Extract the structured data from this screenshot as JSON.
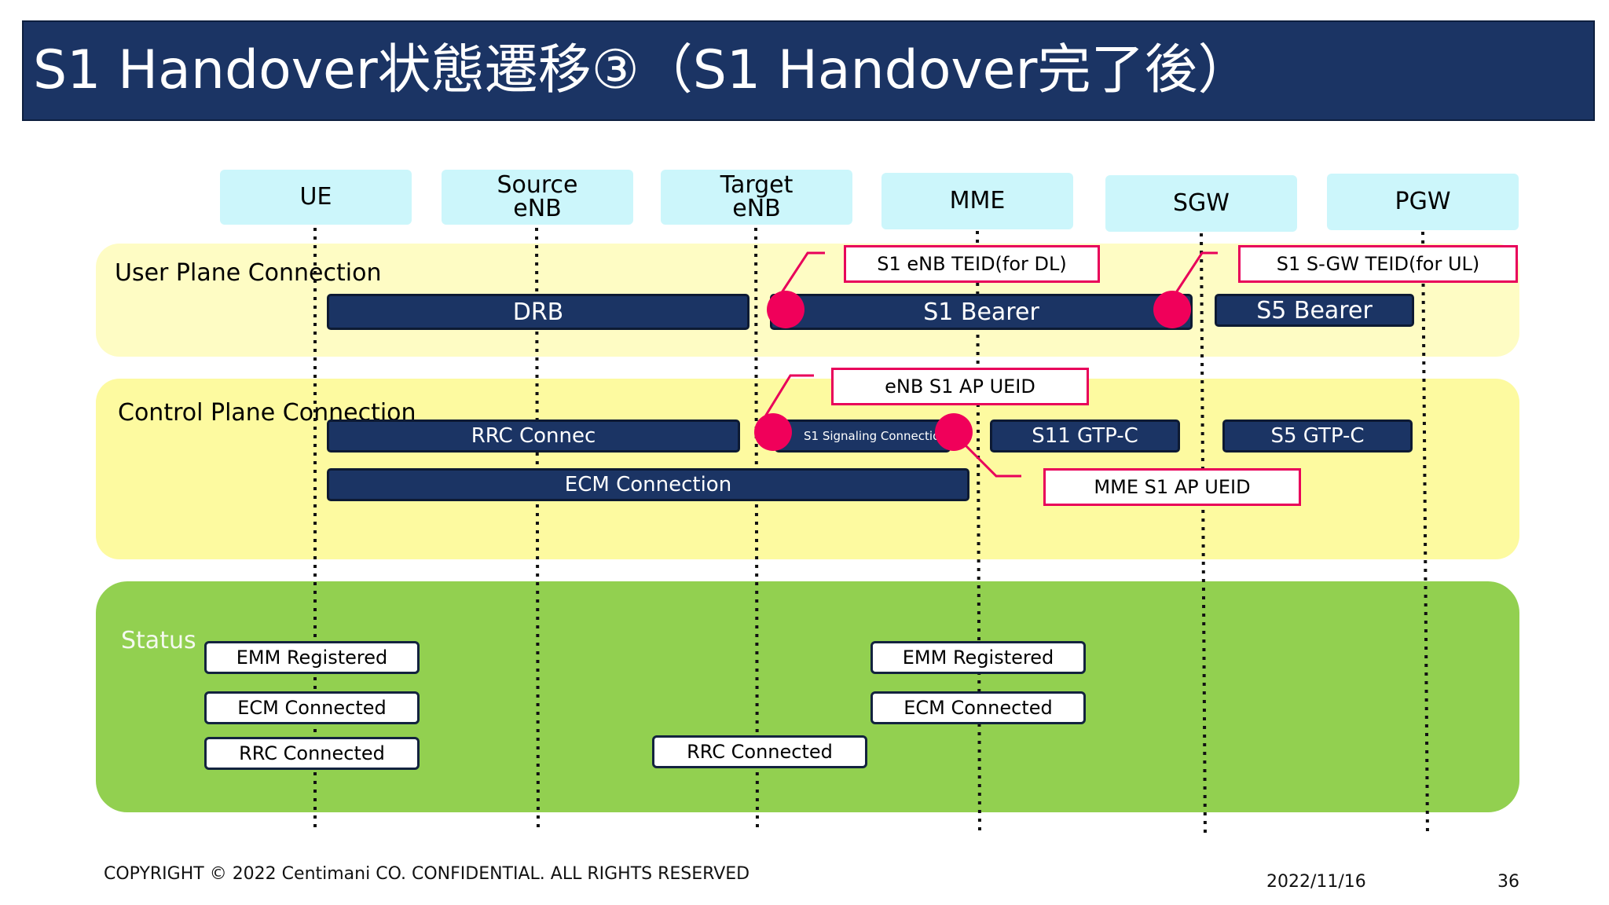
{
  "title": "S1 Handover状態遷移③（S1 Handover完了後）",
  "nodes": [
    {
      "id": "ue",
      "label": "UE"
    },
    {
      "id": "source_enb",
      "label": "Source\neNB"
    },
    {
      "id": "target_enb",
      "label": "Target\neNB"
    },
    {
      "id": "mme",
      "label": "MME"
    },
    {
      "id": "sgw",
      "label": "SGW"
    },
    {
      "id": "pgw",
      "label": "PGW"
    }
  ],
  "bands": {
    "user_plane": "User Plane Connection",
    "control_plane": "Control Plane Connection",
    "status": "Status"
  },
  "bars": {
    "drb": "DRB",
    "s1_bearer": "S1 Bearer",
    "s5_bearer": "S5 Bearer",
    "rrc_connec": "RRC Connec",
    "s1_signaling": "S1 Signaling Connection",
    "s11_gtpc": "S11 GTP-C",
    "s5_gtpc": "S5 GTP-C",
    "ecm_connection": "ECM Connection"
  },
  "callouts": {
    "s1_enb_teid": "S1 eNB TEID(for DL)",
    "s1_sgw_teid": "S1 S-GW TEID(for UL)",
    "enb_s1ap_ueid": "eNB S1 AP UEID",
    "mme_s1ap_ueid": "MME S1 AP UEID"
  },
  "status": {
    "ue_emm": "EMM Registered",
    "ue_ecm": "ECM Connected",
    "ue_rrc": "RRC Connected",
    "target_rrc": "RRC Connected",
    "mme_emm": "EMM Registered",
    "mme_ecm": "ECM Connected"
  },
  "colors": {
    "title_bg": "#1b3464",
    "node_bg": "#ccf6fb",
    "band_bg": "#fefcc4",
    "status_bg": "#92d050",
    "bar_bg": "#1b3464",
    "accent": "#e8005a"
  },
  "footer": {
    "copyright": "COPYRIGHT © 2022 Centimani CO. CONFIDENTIAL. ALL RIGHTS RESERVED",
    "date": "2022/11/16",
    "page": "36"
  }
}
